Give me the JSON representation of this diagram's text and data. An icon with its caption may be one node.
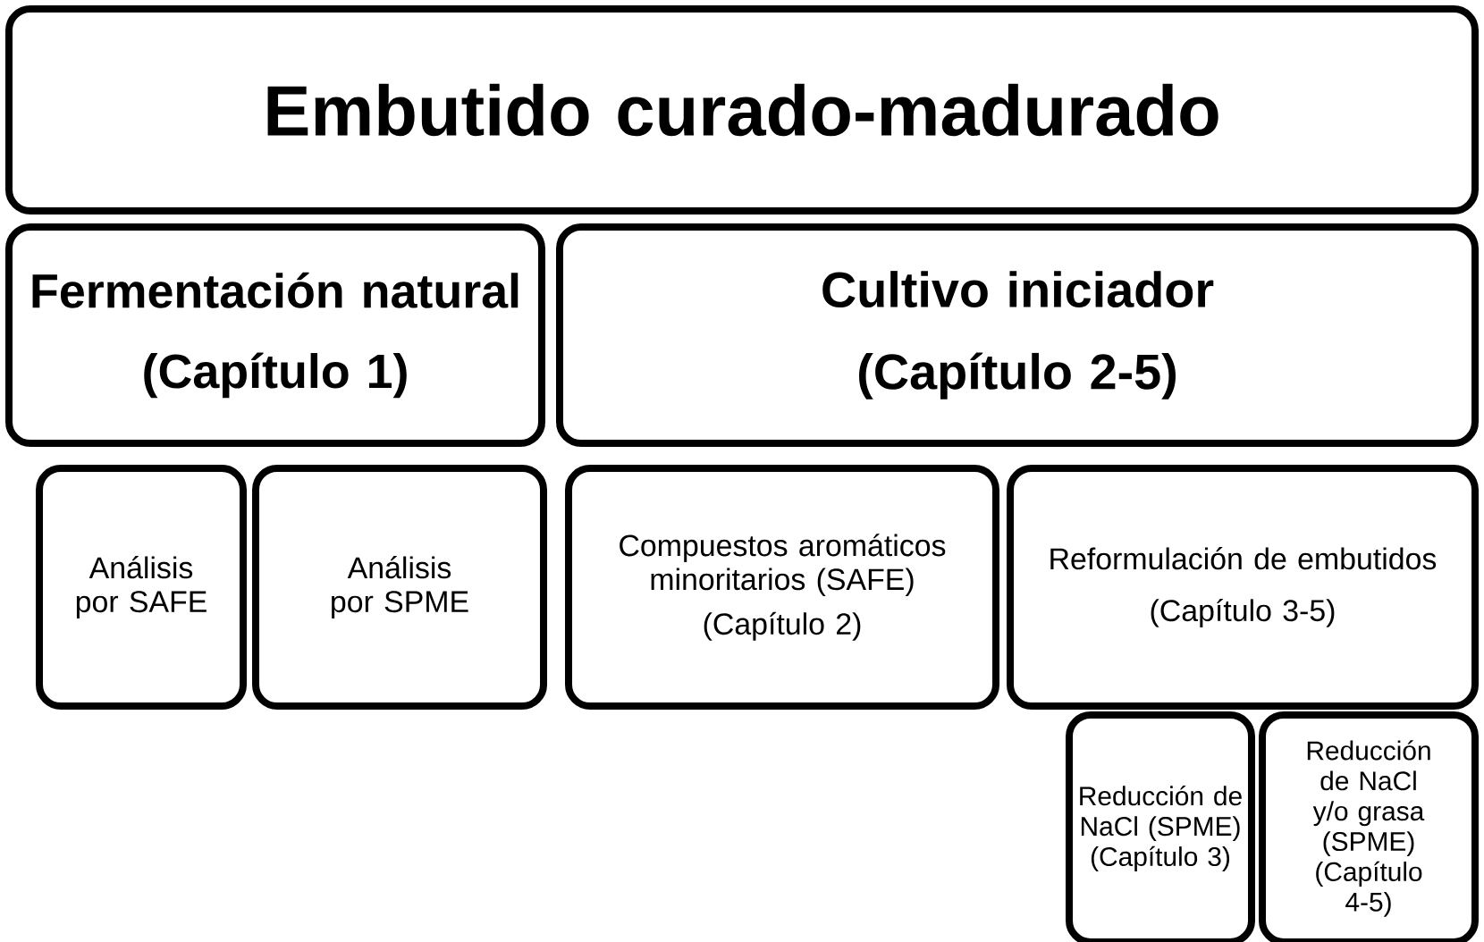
{
  "diagram": {
    "nodes": [
      {
        "text": [
          "Embutido curado-madurado"
        ]
      },
      {
        "text": [
          "Fermentación natural",
          "(Capítulo 1)"
        ]
      },
      {
        "text": [
          "Cultivo iniciador",
          "(Capítulo 2-5)"
        ]
      },
      {
        "text": [
          "Análisis por SAFE"
        ]
      },
      {
        "text": [
          "Análisis por SPME"
        ]
      },
      {
        "text": [
          "Compuestos aromáticos minoritarios (SAFE)",
          "(Capítulo 2)"
        ]
      },
      {
        "text": [
          "Reformulación de embutidos",
          "(Capítulo 3-5)"
        ]
      },
      {
        "text": [
          "Reducción de NaCl (SPME) (Capítulo 3)"
        ]
      },
      {
        "text": [
          "Reducción de NaCl y/o grasa (SPME) (Capítulo 4-5)"
        ]
      }
    ]
  }
}
